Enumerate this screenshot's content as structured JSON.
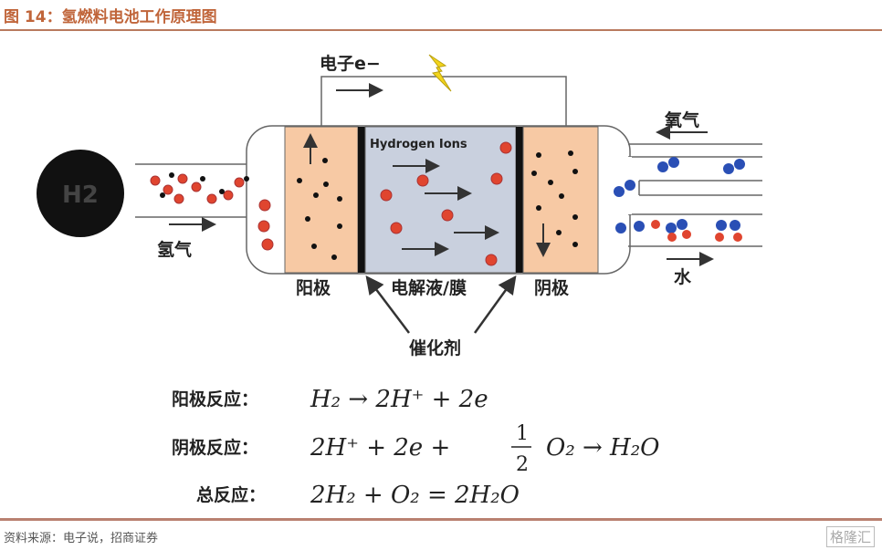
{
  "title": "图 14：氢燃料电池工作原理图",
  "diagram": {
    "h2_label": "H2",
    "electron_label": "电子e−",
    "hydrogen_label_left": "氢气",
    "oxygen_label": "氧气",
    "water_label": "水",
    "ions_label": "Hydrogen Ions",
    "anode": "阳极",
    "electrolyte": "电解液/膜",
    "cathode": "阴极",
    "catalyst": "催化剂"
  },
  "equations": {
    "anode_label": "阳极反应：",
    "anode_eq": "H₂ → 2H⁺ + 2e",
    "cathode_label": "阴极反应：",
    "cathode_eq_a": "2H⁺ + 2e +",
    "cathode_eq_frac_num": "1",
    "cathode_eq_frac_den": "2",
    "cathode_eq_b": "O₂ → H₂O",
    "total_label": "总反应：",
    "total_eq": "2H₂ + O₂ = 2H₂O"
  },
  "source": "资料来源：电子说，招商证券",
  "watermark": "格隆汇",
  "colors": {
    "accent": "#c0653a",
    "electrode": "#f7c9a4",
    "electrolyte": "#c9d0de",
    "proton": "#e0452f",
    "oxygen": "#2a4fb5"
  }
}
